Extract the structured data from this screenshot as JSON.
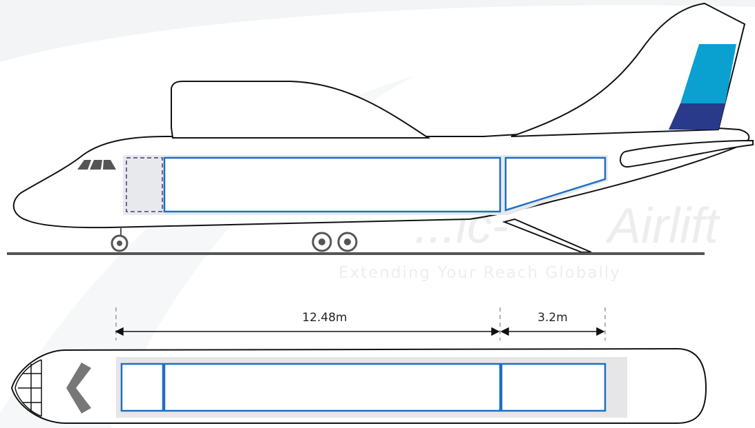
{
  "watermark": {
    "brand": "Airlift",
    "brand_partial": "...ic-",
    "tagline": "Extending Your Reach Globally"
  },
  "dimensions": {
    "main_deck_length": "12.48m",
    "ramp_length": "3.2m"
  },
  "colors": {
    "outline": "#111111",
    "cargo_blue": "#1f6fbf",
    "tail_light_blue": "#0aa0d0",
    "tail_dark_blue": "#2a3a8a",
    "hold_grey": "#e6e6e8",
    "ground": "#555555"
  },
  "icons": [
    "cockpit-windows-icon",
    "landing-gear-wheel-icon",
    "nose-cone-frame-icon"
  ]
}
